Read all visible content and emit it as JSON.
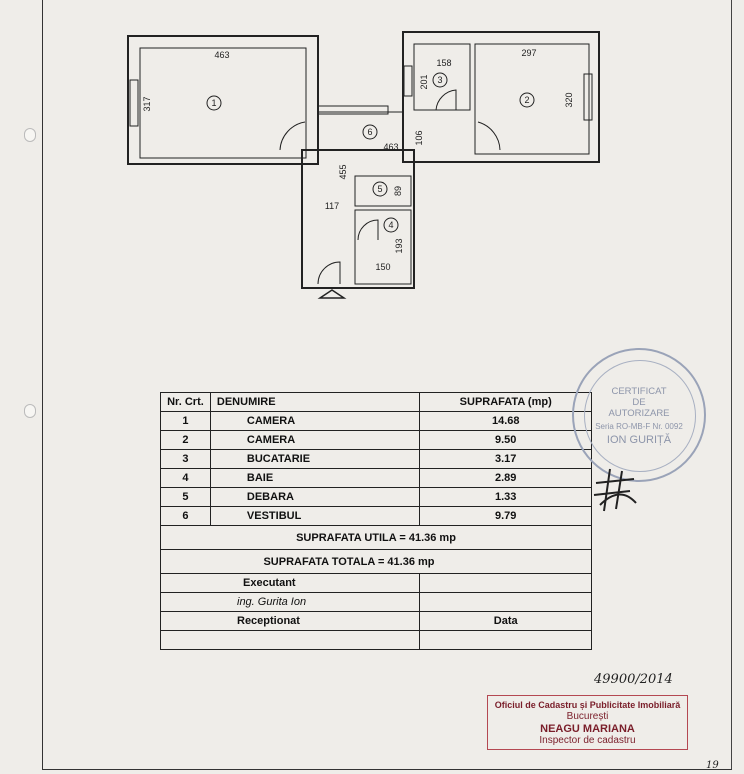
{
  "plan": {
    "room_numbers": [
      "1",
      "2",
      "3",
      "4",
      "5",
      "6"
    ],
    "dims": {
      "r1_width": "463",
      "r1_height": "317",
      "r2_width": "297",
      "r2_height": "320",
      "r3_width": "158",
      "r3_height": "201",
      "hall_width": "463",
      "hall_depth": "106",
      "corr_len": "455",
      "corr_width": "117",
      "d5_height": "89",
      "b4_width": "150",
      "b4_height": "193"
    }
  },
  "table": {
    "headers": {
      "nr": "Nr. Crt.",
      "name": "DENUMIRE",
      "area": "SUPRAFATA (mp)"
    },
    "rows": [
      {
        "nr": "1",
        "name": "CAMERA",
        "area": "14.68"
      },
      {
        "nr": "2",
        "name": "CAMERA",
        "area": "9.50"
      },
      {
        "nr": "3",
        "name": "BUCATARIE",
        "area": "3.17"
      },
      {
        "nr": "4",
        "name": "BAIE",
        "area": "2.89"
      },
      {
        "nr": "5",
        "name": "DEBARA",
        "area": "1.33"
      },
      {
        "nr": "6",
        "name": "VESTIBUL",
        "area": "9.79"
      }
    ],
    "usable": "SUPRAFATA UTILA = 41.36 mp",
    "total": "SUPRAFATA TOTALA = 41.36 mp",
    "executant_label": "Executant",
    "executant_name": "ing. Gurita Ion",
    "received_label": "Receptionat",
    "date_label": "Data"
  },
  "stamp": {
    "line1": "CERTIFICAT",
    "line2": "DE",
    "line3": "AUTORIZARE",
    "line4": "Seria RO-MB-F Nr. 0092",
    "line5": "ION GURIȚĂ"
  },
  "handwritten": {
    "number": "49900/2014",
    "page": "19"
  },
  "official": {
    "line1": "Oficiul de Cadastru și Publicitate Imobiliară",
    "line2": "București",
    "line3": "NEAGU MARIANA",
    "line4": "Inspector de cadastru"
  },
  "colors": {
    "ink": "#222222",
    "stamp_blue": "#8d95aa",
    "stamp_red": "#b44852"
  }
}
